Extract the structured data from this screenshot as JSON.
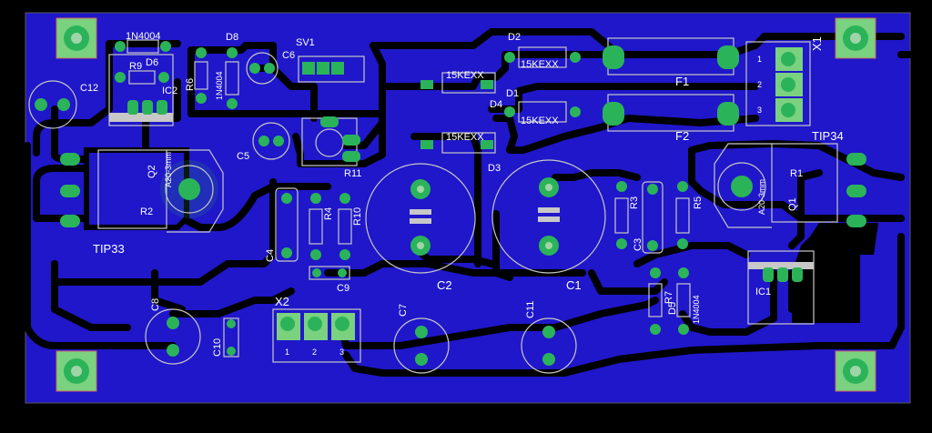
{
  "colors": {
    "background": "#000000",
    "copper": "#1f17c9",
    "trace": "#000000",
    "pad": "#2bb35a",
    "silkscreen": "#c8c8c8",
    "mount_hole": "#7ad17f"
  },
  "labels": {
    "tip33": "TIP33",
    "tip34": "TIP34",
    "x1": "X1",
    "x2": "X2",
    "f1": "F1",
    "f2": "F2",
    "c1": "C1",
    "c2": "C2",
    "c3": "C3",
    "c4": "C4",
    "c5": "C5",
    "c6": "C6",
    "c7": "C7",
    "c8": "C8",
    "c9": "C9",
    "c10": "C10",
    "c11": "C11",
    "c12": "C12",
    "d1": "D1",
    "d2": "D2",
    "d3": "D3",
    "d4": "D4",
    "d5": "D5",
    "d6": "D6",
    "d8": "D8",
    "r1": "R1",
    "r2": "R2",
    "r3": "R3",
    "r4": "R4",
    "r5": "R5",
    "r6": "R6",
    "r7": "R7",
    "r9": "R9",
    "r10": "R10",
    "r11": "R11",
    "q1": "Q1",
    "q2": "Q2",
    "ic1": "IC1",
    "ic2": "IC2",
    "sv1": "SV1",
    "p1n4004_top": "1N4004",
    "p1n4004_d8": "1N4004",
    "p1n4004_d5": "1N4004",
    "p15kexx_d2": "15KEXX",
    "p15kexx_d1": "15KEXX",
    "p15kexx_d4": "15KEXX",
    "p15kexx_d3": "15KEXX",
    "heatsink_l": "A20-3mm",
    "heatsink_r": "A20-3mm",
    "pin_1": "1",
    "pin_2": "2",
    "pin_3": "3",
    "x2_pin_1": "1",
    "x2_pin_2": "2",
    "x2_pin_3": "3"
  }
}
